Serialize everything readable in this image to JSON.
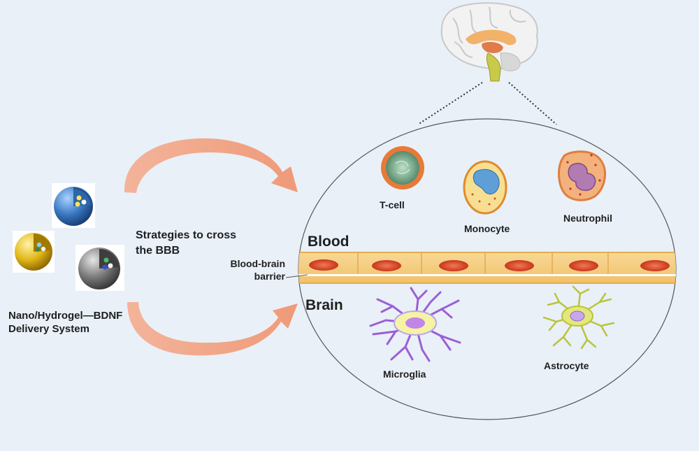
{
  "labels": {
    "delivery_system_line1": "Nano/Hydrogel—BDNF",
    "delivery_system_line2": "Delivery System",
    "strategy_line1": "Strategies to cross",
    "strategy_line2": "the BBB",
    "blood": "Blood",
    "brain": "Brain",
    "bbb_line1": "Blood-brain",
    "bbb_line2": "barrier",
    "t_cell": "T-cell",
    "monocyte": "Monocyte",
    "neutrophil": "Neutrophil",
    "microglia": "Microglia",
    "astrocyte": "Astrocyte"
  },
  "nanoparticles": [
    {
      "name": "blue-nanoparticle",
      "color": "#3a78c2"
    },
    {
      "name": "yellow-nanoparticle",
      "color": "#e2b81a"
    },
    {
      "name": "gray-nanoparticle",
      "color": "#707070"
    }
  ],
  "colors": {
    "background": "#e9f0f8",
    "arrow": "#f0a07c",
    "endothelial_cell": "#f6cc7e",
    "nucleus": "#d9452c",
    "microglia": "#9b5fd6",
    "astrocyte": "#b9c43c"
  }
}
